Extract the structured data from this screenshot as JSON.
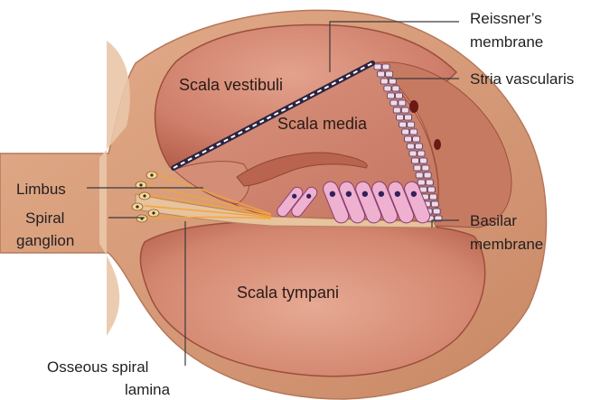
{
  "regions": {
    "scala_vestibuli": "Scala vestibuli",
    "scala_media": "Scala media",
    "scala_tympani": "Scala tympani"
  },
  "callouts": {
    "reissners_membrane": [
      "Reissner’s",
      "membrane"
    ],
    "stria_vascularis": "Stria vascularis",
    "limbus": "Limbus",
    "spiral_ganglion": [
      "Spiral",
      "ganglion"
    ],
    "basilar_membrane": [
      "Basilar",
      "membrane"
    ],
    "osseous_spiral_lamina": [
      "Osseous spiral",
      "lamina"
    ]
  },
  "colors": {
    "background": "#ffffff",
    "bone_wall": "#d9a07e",
    "chamber_fill": "#cf7f6b",
    "chamber_light": "#e5a994",
    "membrane": "#2b2440",
    "hair_cells": "#eeb1cf",
    "nuclei": "#33205d",
    "leader_line": "#3a3a3a",
    "nerve_fibers": "#f2a43c",
    "ganglion_cells": "#f4d9a0"
  }
}
